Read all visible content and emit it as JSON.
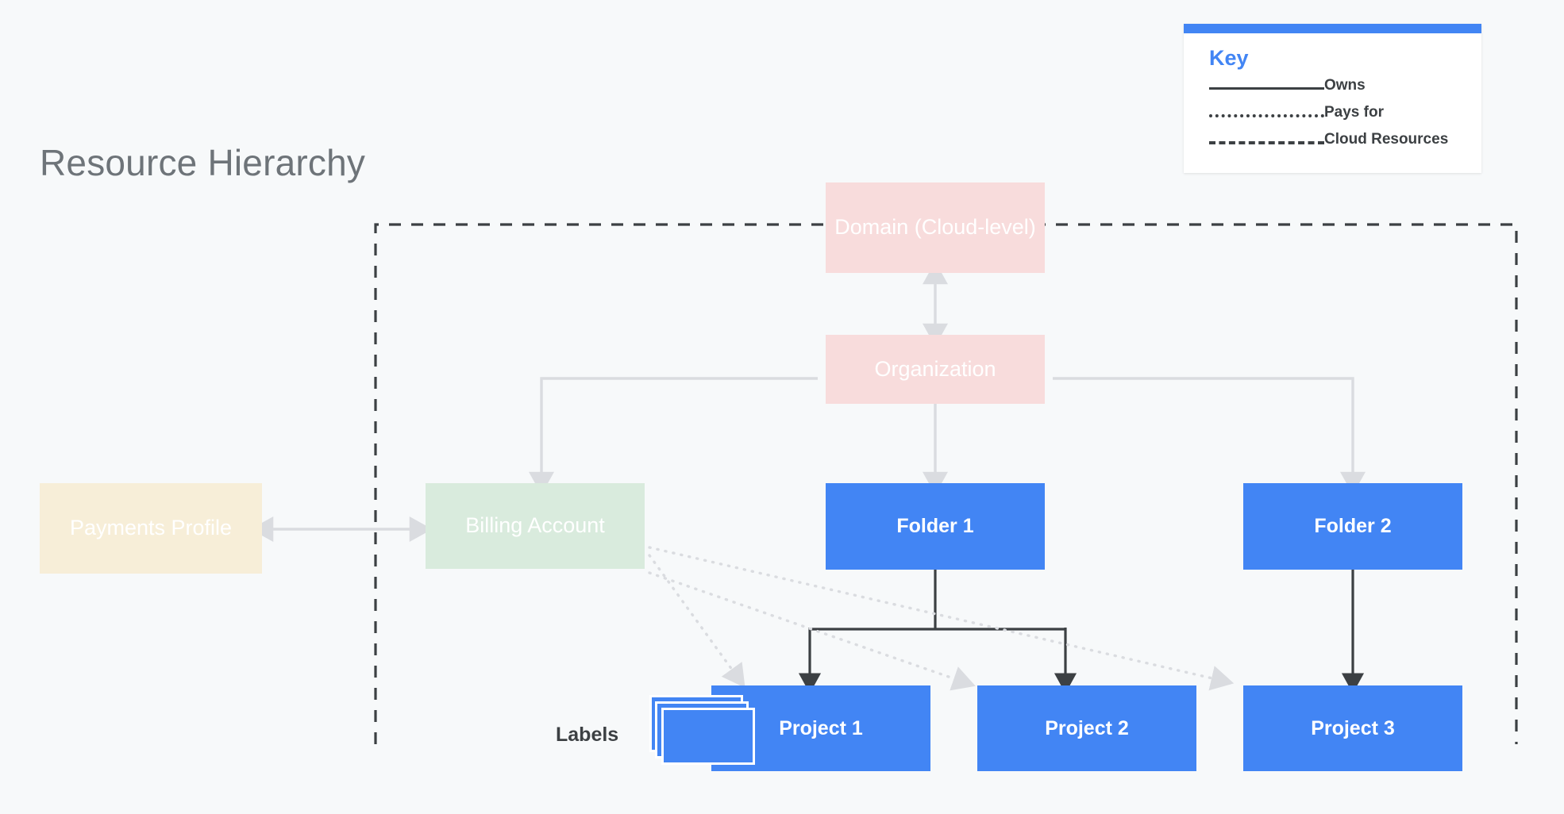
{
  "title": "Resource Hierarchy",
  "legend": {
    "heading": "Key",
    "accent_color": "#4285f4",
    "items": [
      {
        "style": "solid",
        "label": "Owns"
      },
      {
        "style": "dotted",
        "label": "Pays for"
      },
      {
        "style": "dashed",
        "label": "Cloud Resources"
      }
    ]
  },
  "nodes": {
    "domain": {
      "label": "Domain (Cloud-level)",
      "color": "#f8dcdc"
    },
    "organization": {
      "label": "Organization",
      "color": "#f8dcdc"
    },
    "payments_profile": {
      "label": "Payments Profile",
      "color": "#f7eed8"
    },
    "billing_account": {
      "label": "Billing Account",
      "color": "#d9ebdd"
    },
    "folder1": {
      "label": "Folder 1",
      "color": "#4285f4"
    },
    "folder2": {
      "label": "Folder 2",
      "color": "#4285f4"
    },
    "project1": {
      "label": "Project 1",
      "color": "#4285f4"
    },
    "project2": {
      "label": "Project 2",
      "color": "#4285f4"
    },
    "project3": {
      "label": "Project 3",
      "color": "#4285f4"
    }
  },
  "labels_group": {
    "caption": "Labels"
  },
  "edges": [
    {
      "from": "domain",
      "to": "organization",
      "kind": "owns",
      "arrow": "both"
    },
    {
      "from": "organization",
      "to": "billing_account",
      "kind": "owns",
      "arrow": "to"
    },
    {
      "from": "organization",
      "to": "folder1",
      "kind": "owns",
      "arrow": "to"
    },
    {
      "from": "organization",
      "to": "folder2",
      "kind": "owns",
      "arrow": "to"
    },
    {
      "from": "payments_profile",
      "to": "billing_account",
      "kind": "owns",
      "arrow": "both"
    },
    {
      "from": "folder1",
      "to": "project1",
      "kind": "owns",
      "arrow": "to"
    },
    {
      "from": "folder1",
      "to": "project2",
      "kind": "owns",
      "arrow": "to"
    },
    {
      "from": "folder2",
      "to": "project3",
      "kind": "owns",
      "arrow": "to"
    },
    {
      "from": "billing_account",
      "to": "project1",
      "kind": "pays_for",
      "arrow": "to"
    },
    {
      "from": "billing_account",
      "to": "project2",
      "kind": "pays_for",
      "arrow": "to"
    },
    {
      "from": "billing_account",
      "to": "project3",
      "kind": "pays_for",
      "arrow": "to"
    }
  ],
  "boundary": {
    "kind": "cloud_resources",
    "style": "dashed"
  },
  "colors": {
    "background": "#f7f9fa",
    "blue": "#4285f4",
    "pink": "#f8dcdc",
    "cream": "#f7eed8",
    "green": "#d9ebdd",
    "dark_line": "#3c4043",
    "light_line": "#dadce0",
    "title_text": "#6e7479"
  }
}
